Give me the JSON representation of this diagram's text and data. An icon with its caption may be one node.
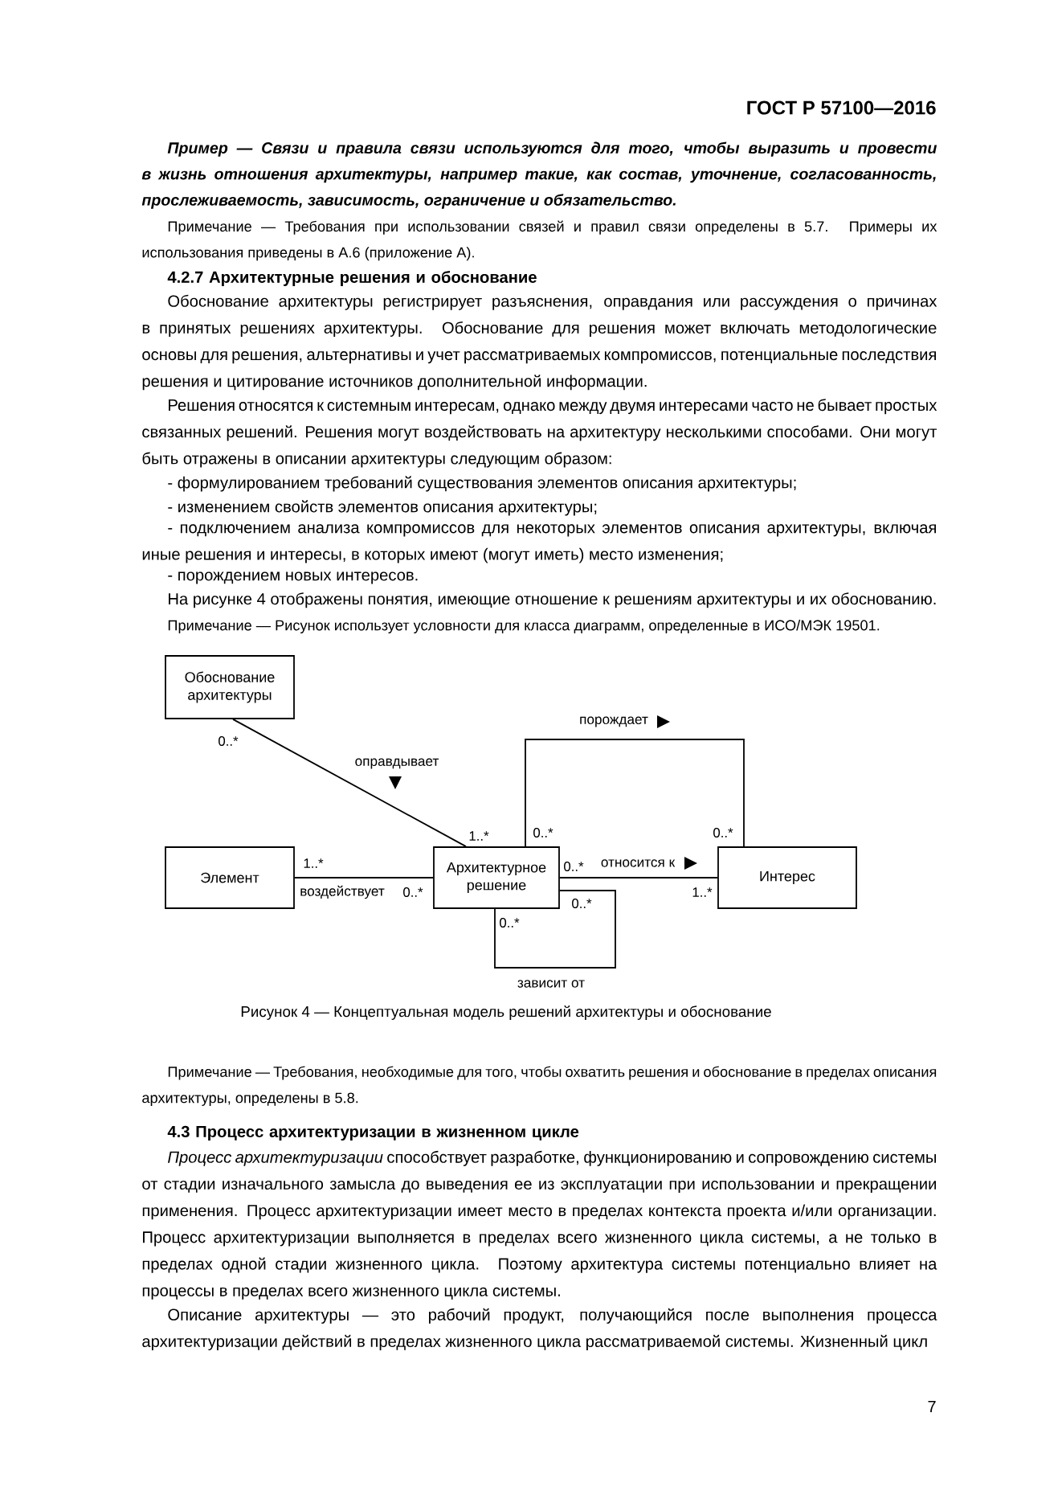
{
  "diagram": {
    "caption": "Рисунок 4 — Концептуальная модель решений архитектуры и обоснование",
    "nodes": [
      {
        "text": [
          "Обоснование архитектуры"
        ]
      },
      {
        "text": [
          "Элемент"
        ]
      },
      {
        "text": [
          "Архитектурное решение"
        ]
      },
      {
        "text": [
          "Интерес"
        ]
      }
    ],
    "edges": [
      {
        "from": 0,
        "to": 2,
        "arrow": "none",
        "label": "оправдывает"
      },
      {
        "from": 1,
        "to": 2,
        "arrow": "none",
        "label": "воздействует"
      },
      {
        "from": 2,
        "to": 3,
        "arrow": "none",
        "label": "порождает"
      },
      {
        "from": 2,
        "to": 3,
        "arrow": "none",
        "label": "относится к"
      },
      {
        "from": 2,
        "to": 2,
        "arrow": "none",
        "label": "зависит от"
      }
    ],
    "labels": [
      "ГОСТ Р 57100—2016",
      "Пример — Связи и правила связи используются для того, чтобы выразить и провести в жизнь отношения архитектуры, например такие, как состав, уточнение, согласованность, прослеживаемость, зависимость, ограничение и обязательство.",
      "Примечание — Требования при использовании связей и правил связи определены в 5.7. Примеры их использования приведены в А.6 (приложение А).",
      "4.2.7 Архитектурные решения и обоснование",
      "Обоснование архитектуры регистрирует разъяснения, оправдания или рассуждения о причинах в принятых решениях архитектуры. Обоснование для решения может включать методологические основы для решения, альтернативы и учет рассматриваемых компромиссов, потенциальные последствия решения и цитирование источников дополнительной информации.",
      "Решения относятся к системным интересам, однако между двумя интересами часто не бывает простых связанных решений. Решения могут воздействовать на архитектуру несколькими способами. Они могут быть отражены в описании архитектуры следующим образом:",
      "- формулированием требований существования элементов описания архитектуры;",
      "- изменением свойств элементов описания архитектуры;",
      "- подключением анализа компромиссов для некоторых элементов описания архитектуры, включая иные решения и интересы, в которых имеют (могут иметь) место изменения;",
      "- порождением новых интересов.",
      "На рисунке 4 отображены понятия, имеющие отношение к решениям архитектуры и их обоснованию.",
      "Примечание — Рисунок использует условности для класса диаграмм, определенные в ИСО/МЭК 19501.",
      "0..*",
      "1..*",
      "0..*",
      "0..*",
      "1..*",
      "0..*",
      "0..*",
      "1..*",
      "0..*",
      "0..*",
      "Примечание — Требования, необходимые для того, чтобы охватить решения и обоснование в пределах описания архитектуры, определены в 5.8.",
      "4.3 Процесс архитектуризации в жизненном цикле",
      "*Процесс архитектуризации* способствует разработке, функционированию и сопровождению системы от стадии изначального замысла до выведения ее из эксплуатации при использовании и прекращении применения. Процесс архитектуризации имеет место в пределах контекста проекта и/или организации. Процесс архитектуризации выполняется в пределах всего жизненного цикла системы, а не только в пределах одной стадии жизненного цикла. Поэтому архитектура системы потенциально влияет на процессы в пределах всего жизненного цикла системы.",
      "Описание архитектуры — это рабочий продукт, получающийся после выполнения процесса архитектуризации действий в пределах жизненного цикла рассматриваемой системы. Жизненный цикл",
      "7"
    ]
  }
}
